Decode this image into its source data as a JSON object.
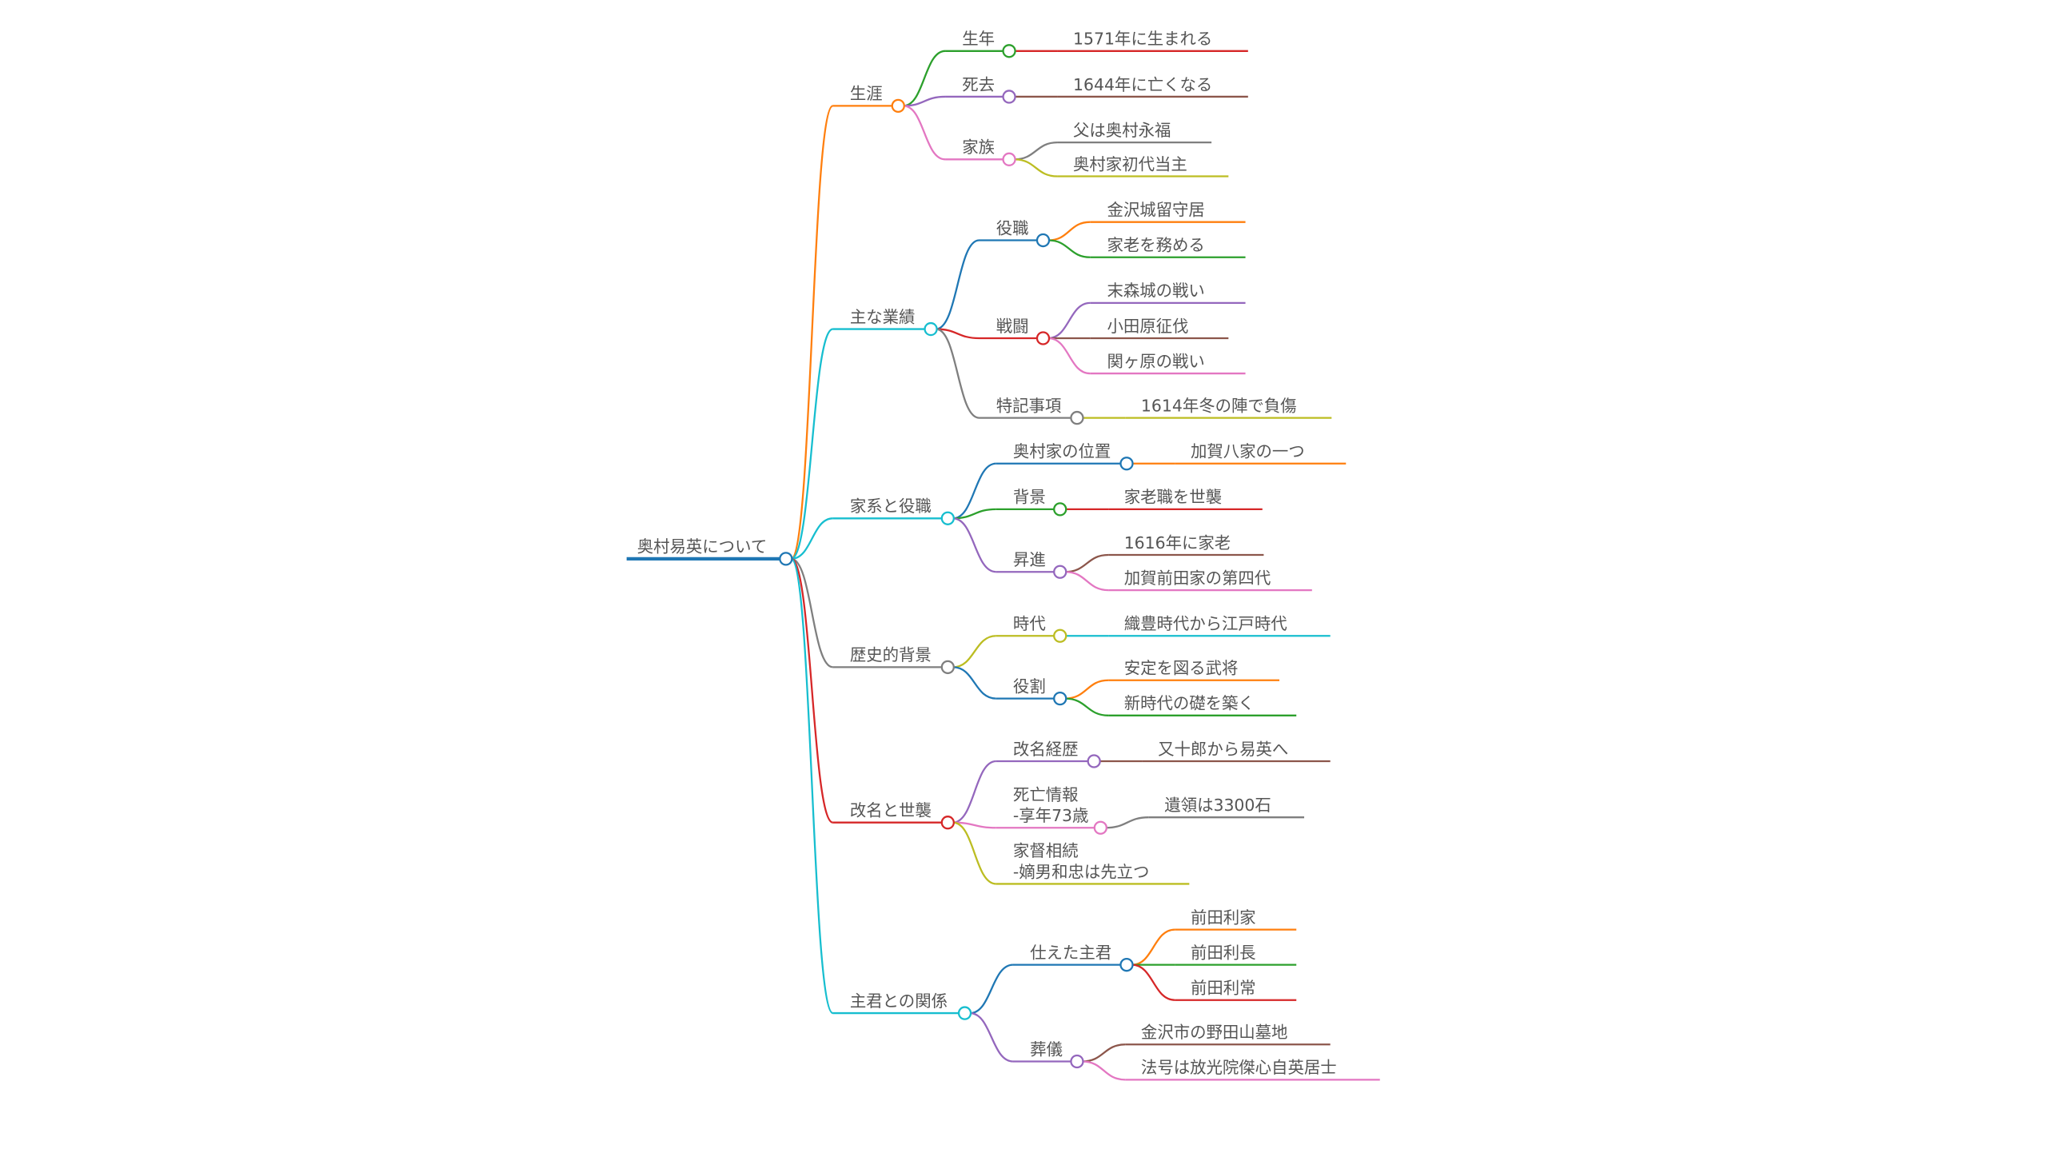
{
  "mindmap": {
    "root": {
      "label": [
        "奥村易英について"
      ],
      "color": "#1f77b4",
      "children": [
        {
          "label": [
            "生涯"
          ],
          "color": "#ff7f0e",
          "children": [
            {
              "label": [
                "生年"
              ],
              "color": "#2ca02c",
              "children": [
                {
                  "label": [
                    "1571年に生まれる"
                  ],
                  "color": "#d62728",
                  "children": []
                }
              ]
            },
            {
              "label": [
                "死去"
              ],
              "color": "#9467bd",
              "children": [
                {
                  "label": [
                    "1644年に亡くなる"
                  ],
                  "color": "#8c564b",
                  "children": []
                }
              ]
            },
            {
              "label": [
                "家族"
              ],
              "color": "#e377c2",
              "children": [
                {
                  "label": [
                    "父は奥村永福"
                  ],
                  "color": "#7f7f7f",
                  "children": []
                },
                {
                  "label": [
                    "奥村家初代当主"
                  ],
                  "color": "#bcbd22",
                  "children": []
                }
              ]
            }
          ]
        },
        {
          "label": [
            "主な業績"
          ],
          "color": "#17becf",
          "children": [
            {
              "label": [
                "役職"
              ],
              "color": "#1f77b4",
              "children": [
                {
                  "label": [
                    "金沢城留守居"
                  ],
                  "color": "#ff7f0e",
                  "children": []
                },
                {
                  "label": [
                    "家老を務める"
                  ],
                  "color": "#2ca02c",
                  "children": []
                }
              ]
            },
            {
              "label": [
                "戦闘"
              ],
              "color": "#d62728",
              "children": [
                {
                  "label": [
                    "末森城の戦い"
                  ],
                  "color": "#9467bd",
                  "children": []
                },
                {
                  "label": [
                    "小田原征伐"
                  ],
                  "color": "#8c564b",
                  "children": []
                },
                {
                  "label": [
                    "関ヶ原の戦い"
                  ],
                  "color": "#e377c2",
                  "children": []
                }
              ]
            },
            {
              "label": [
                "特記事項"
              ],
              "color": "#7f7f7f",
              "children": [
                {
                  "label": [
                    "1614年冬の陣で負傷"
                  ],
                  "color": "#bcbd22",
                  "children": []
                }
              ]
            }
          ]
        },
        {
          "label": [
            "家系と役職"
          ],
          "color": "#17becf",
          "children": [
            {
              "label": [
                "奥村家の位置"
              ],
              "color": "#1f77b4",
              "children": [
                {
                  "label": [
                    "加賀八家の一つ"
                  ],
                  "color": "#ff7f0e",
                  "children": []
                }
              ]
            },
            {
              "label": [
                "背景"
              ],
              "color": "#2ca02c",
              "children": [
                {
                  "label": [
                    "家老職を世襲"
                  ],
                  "color": "#d62728",
                  "children": []
                }
              ]
            },
            {
              "label": [
                "昇進"
              ],
              "color": "#9467bd",
              "children": [
                {
                  "label": [
                    "1616年に家老"
                  ],
                  "color": "#8c564b",
                  "children": []
                },
                {
                  "label": [
                    "加賀前田家の第四代"
                  ],
                  "color": "#e377c2",
                  "children": []
                }
              ]
            }
          ]
        },
        {
          "label": [
            "歴史的背景"
          ],
          "color": "#7f7f7f",
          "children": [
            {
              "label": [
                "時代"
              ],
              "color": "#bcbd22",
              "children": [
                {
                  "label": [
                    "織豊時代から江戸時代"
                  ],
                  "color": "#17becf",
                  "children": []
                }
              ]
            },
            {
              "label": [
                "役割"
              ],
              "color": "#1f77b4",
              "children": [
                {
                  "label": [
                    "安定を図る武将"
                  ],
                  "color": "#ff7f0e",
                  "children": []
                },
                {
                  "label": [
                    "新時代の礎を築く"
                  ],
                  "color": "#2ca02c",
                  "children": []
                }
              ]
            }
          ]
        },
        {
          "label": [
            "改名と世襲"
          ],
          "color": "#d62728",
          "children": [
            {
              "label": [
                "改名経歴"
              ],
              "color": "#9467bd",
              "children": [
                {
                  "label": [
                    "又十郎から易英へ"
                  ],
                  "color": "#8c564b",
                  "children": []
                }
              ]
            },
            {
              "label": [
                "死亡情報",
                "-享年73歳"
              ],
              "color": "#e377c2",
              "children": [
                {
                  "label": [
                    "遺領は3300石"
                  ],
                  "color": "#7f7f7f",
                  "children": []
                }
              ]
            },
            {
              "label": [
                "家督相続",
                "-嫡男和忠は先立つ"
              ],
              "color": "#bcbd22",
              "children": []
            }
          ]
        },
        {
          "label": [
            "主君との関係"
          ],
          "color": "#17becf",
          "children": [
            {
              "label": [
                "仕えた主君"
              ],
              "color": "#1f77b4",
              "children": [
                {
                  "label": [
                    "前田利家"
                  ],
                  "color": "#ff7f0e",
                  "children": []
                },
                {
                  "label": [
                    "前田利長"
                  ],
                  "color": "#2ca02c",
                  "children": []
                },
                {
                  "label": [
                    "前田利常"
                  ],
                  "color": "#d62728",
                  "children": []
                }
              ]
            },
            {
              "label": [
                "葬儀"
              ],
              "color": "#9467bd",
              "children": [
                {
                  "label": [
                    "金沢市の野田山墓地"
                  ],
                  "color": "#8c564b",
                  "children": []
                },
                {
                  "label": [
                    "法号は放光院傑心自英居士"
                  ],
                  "color": "#e377c2",
                  "children": []
                }
              ]
            }
          ]
        }
      ]
    }
  }
}
